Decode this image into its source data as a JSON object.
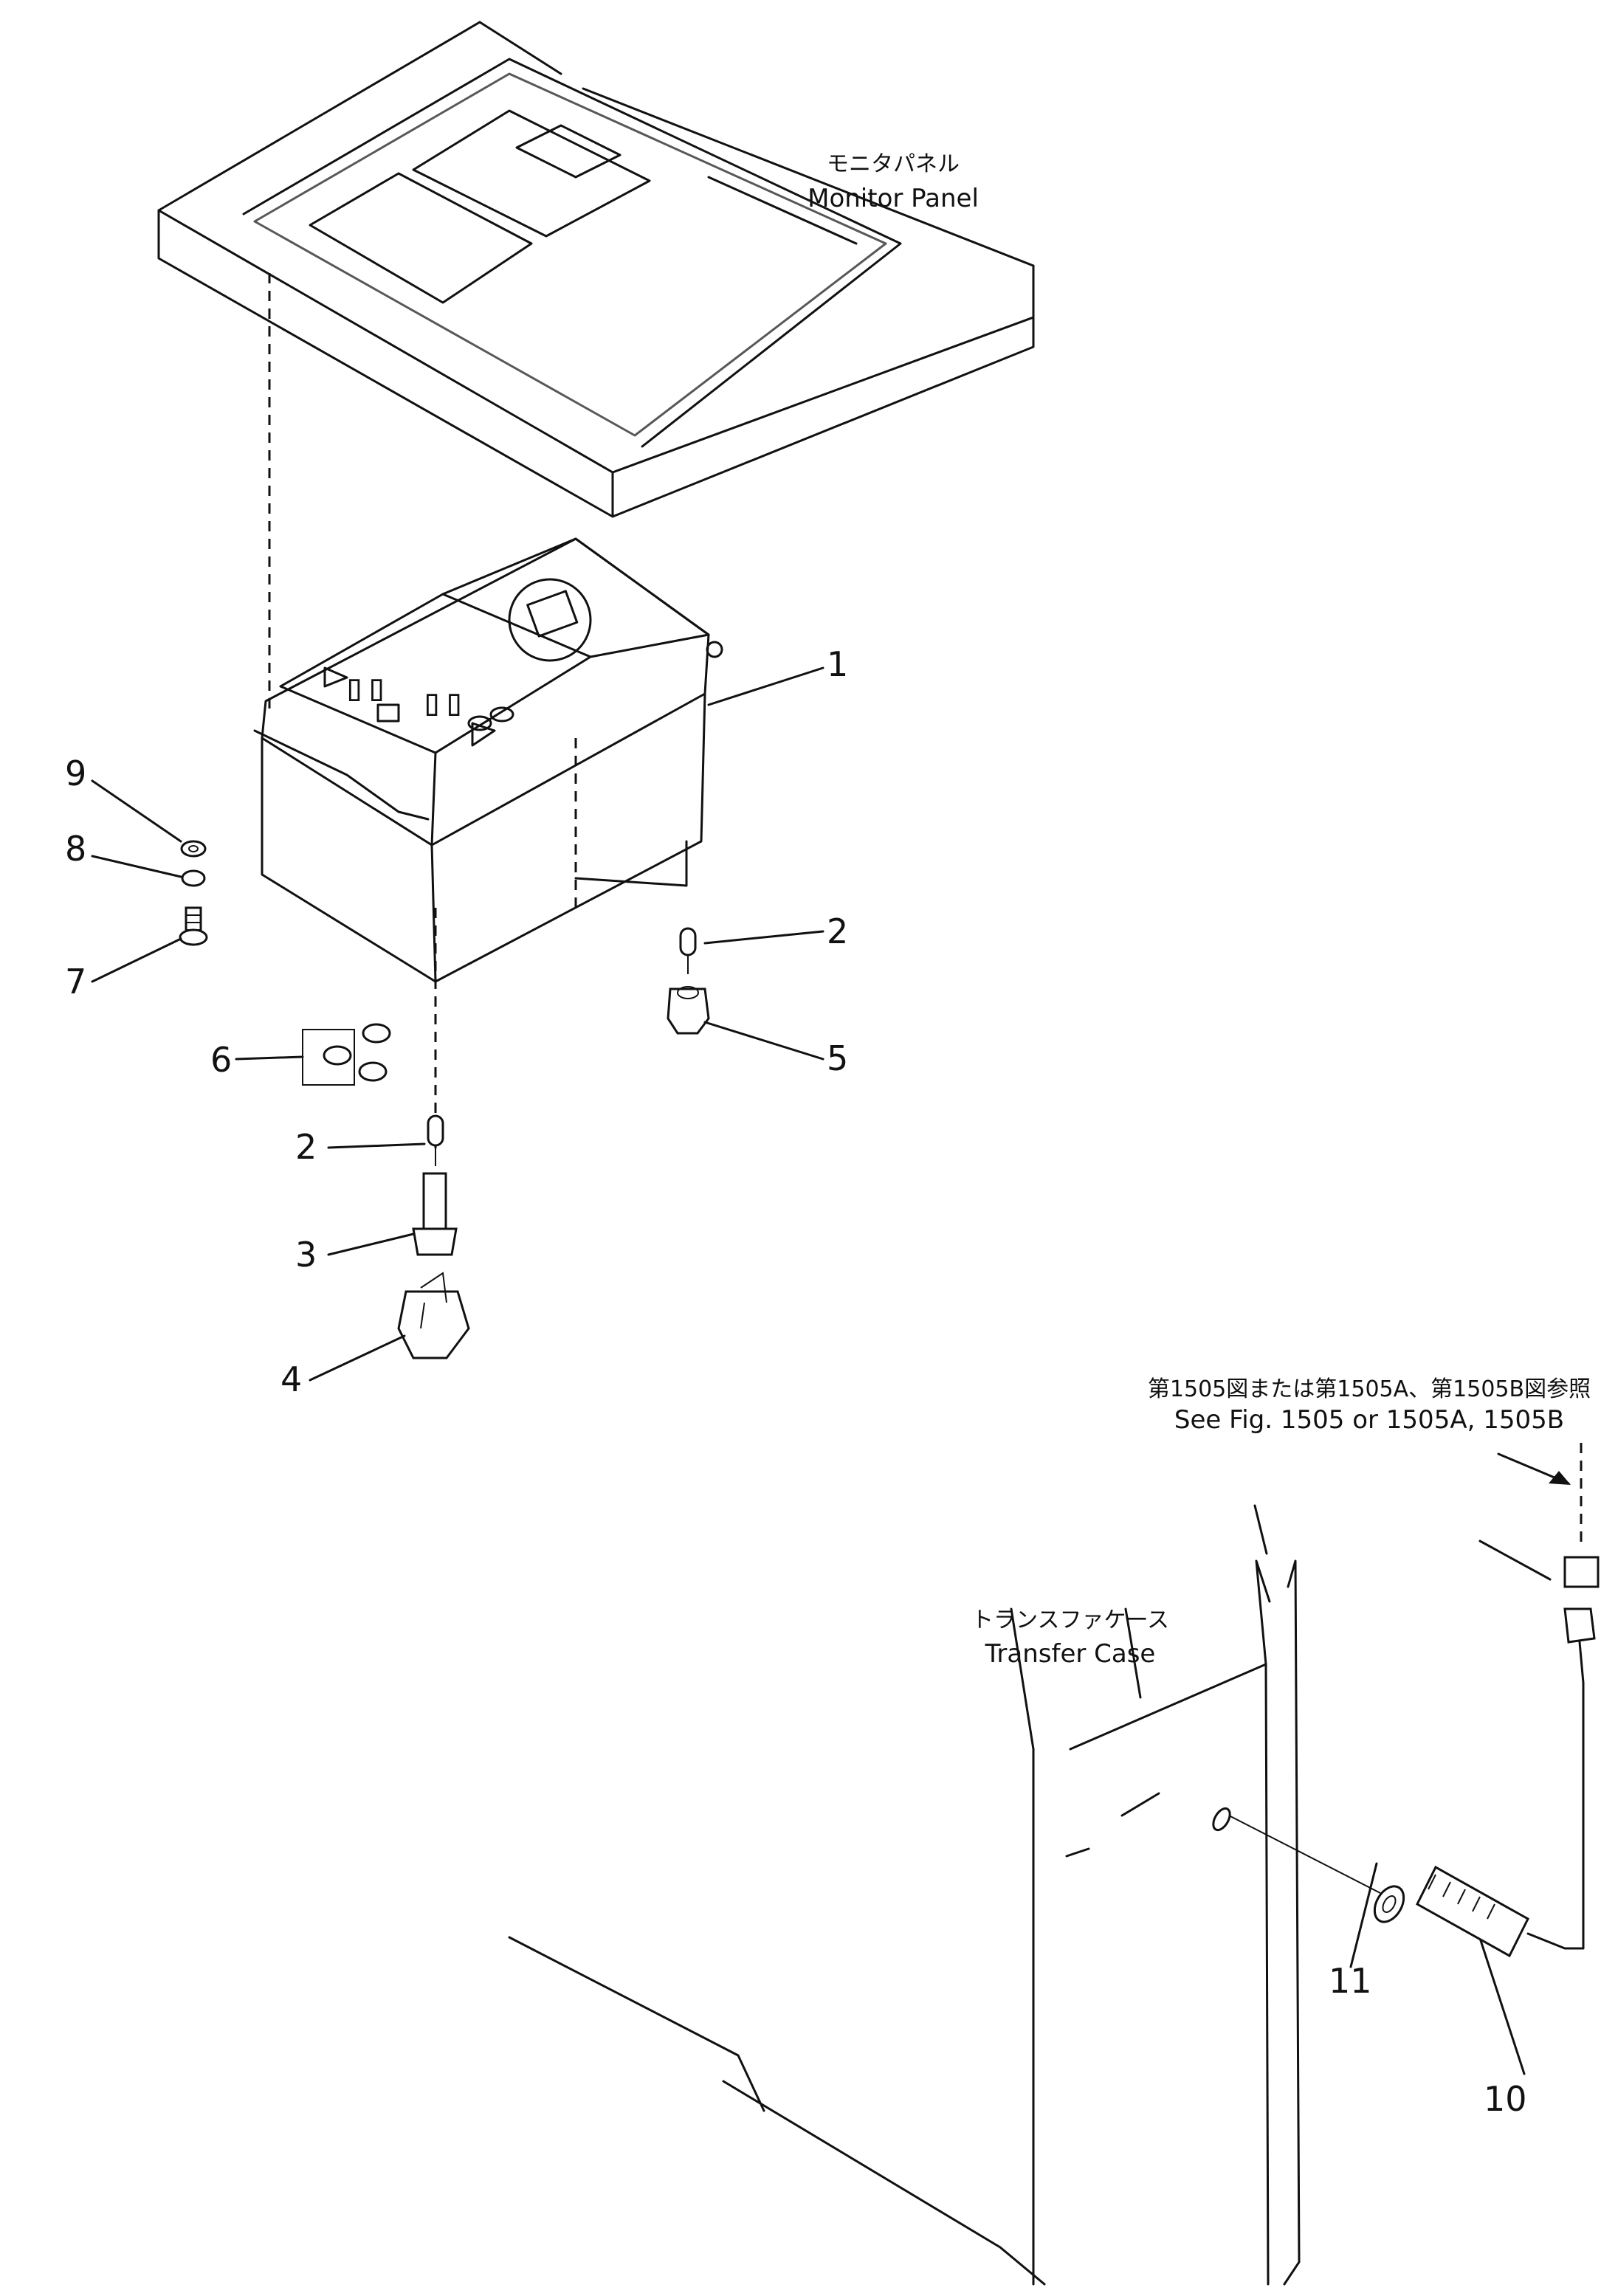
{
  "captions": {
    "monitor_panel_jp": "モニタパネル",
    "monitor_panel_en": "Monitor Panel",
    "reference_jp": "第1505図または第1505A、第1505B図参照",
    "reference_en": "See Fig. 1505 or 1505A, 1505B",
    "transfer_case_jp": "トランスファケース",
    "transfer_case_en": "Transfer Case"
  },
  "callouts": {
    "p1": "1",
    "p2a": "2",
    "p2b": "2",
    "p3": "3",
    "p4": "4",
    "p5": "5",
    "p6": "6",
    "p7": "7",
    "p8": "8",
    "p9": "9",
    "p10": "10",
    "p11": "11"
  }
}
